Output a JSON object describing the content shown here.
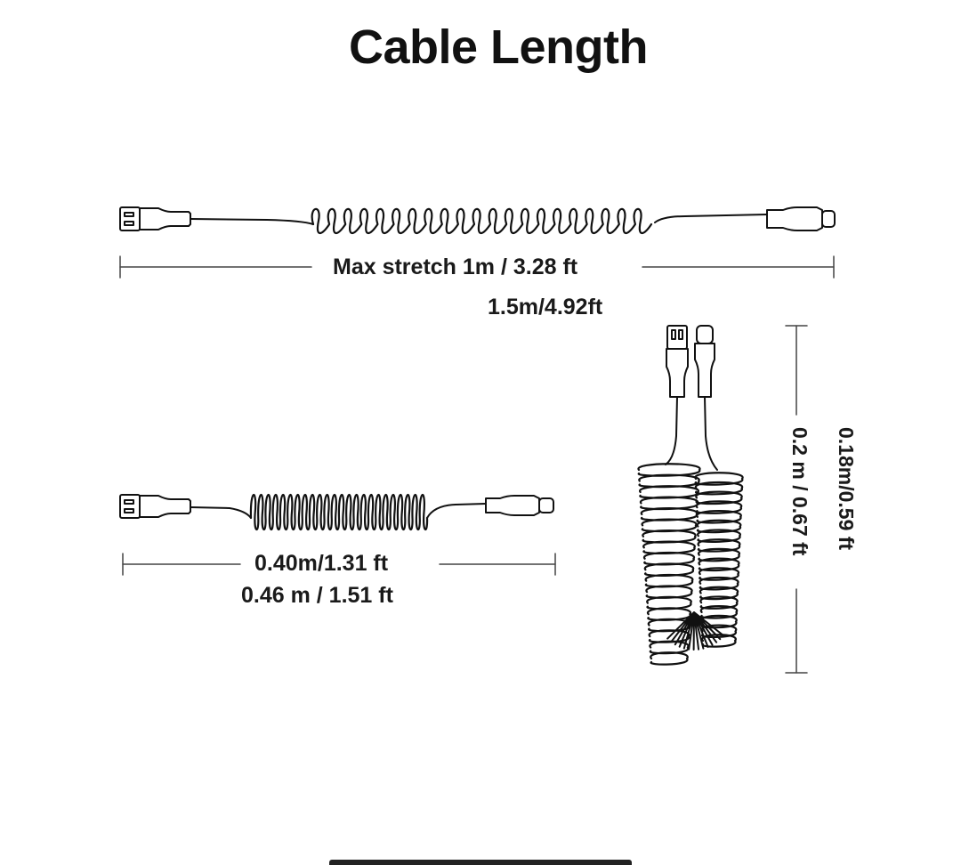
{
  "title": "Cable Length",
  "stretched": {
    "label": "Max stretch 1m / 3.28 ft",
    "label_alt": "1.5m/4.92ft"
  },
  "relaxed": {
    "label": "0.40m/1.31 ft",
    "label_alt": "0.46 m / 1.51 ft"
  },
  "coiled": {
    "label": "0.18m/0.59 ft",
    "label_alt": "0.2 m / 0.67 ft"
  },
  "colors": {
    "line": "#111111",
    "dimension": "#444444",
    "background": "#ffffff"
  },
  "icons": [
    "usb-a-connector-icon",
    "usb-c-connector-icon",
    "coiled-cable-icon"
  ]
}
